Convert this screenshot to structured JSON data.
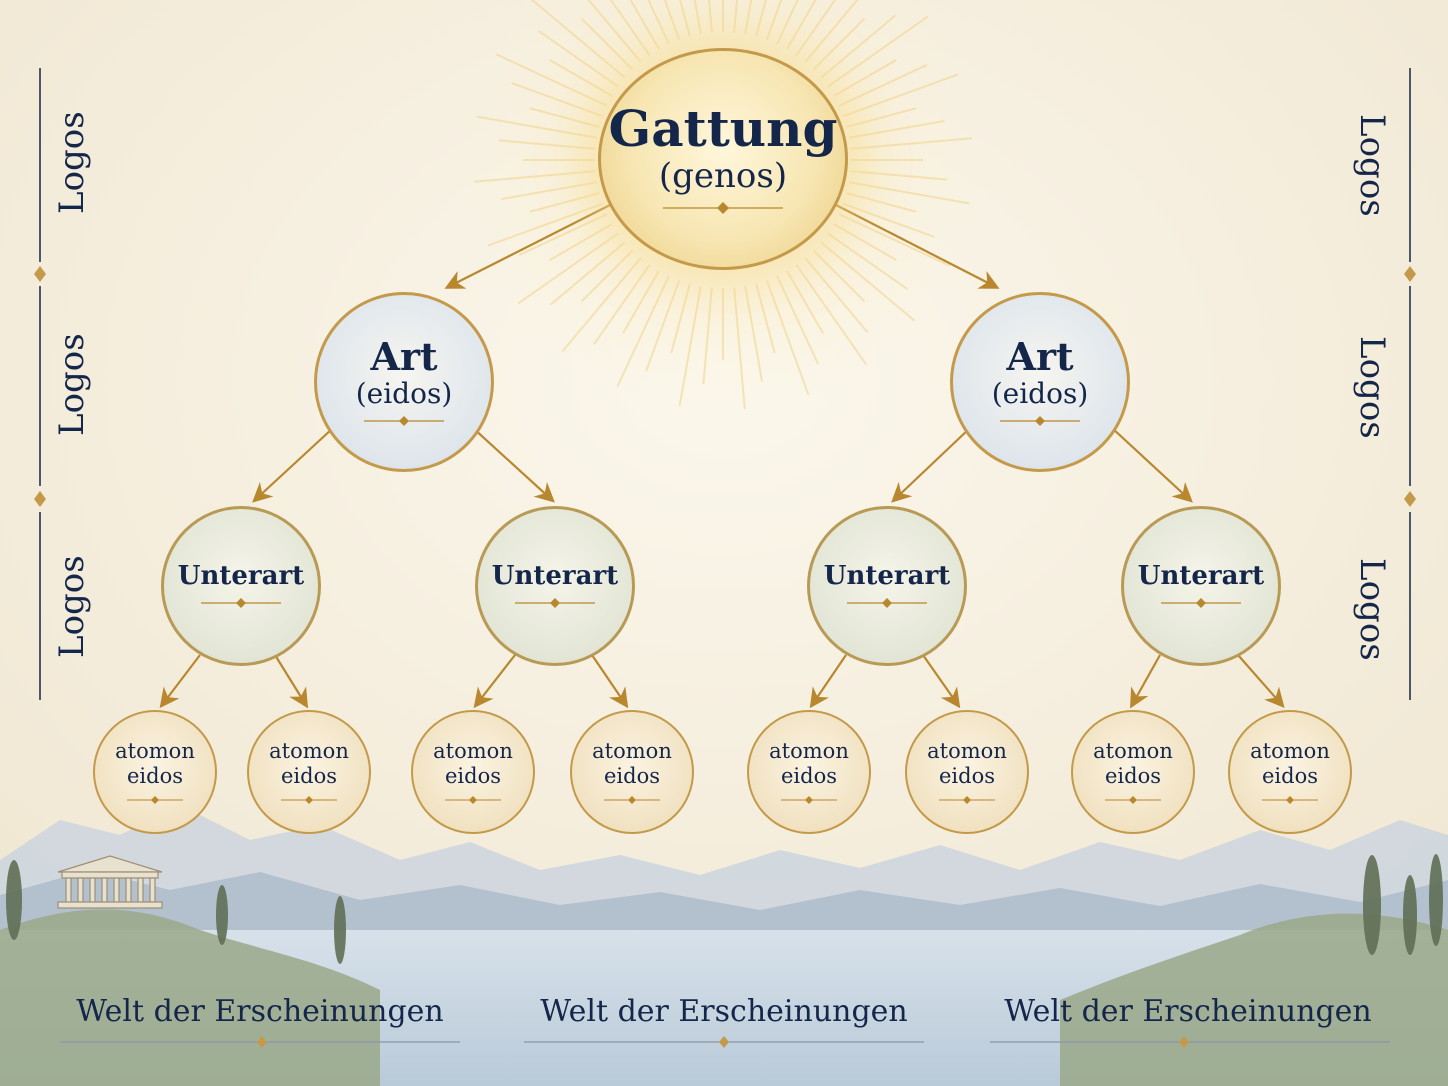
{
  "genus": {
    "title": "Gattung",
    "subtitle": "(genos)"
  },
  "species": [
    {
      "title": "Art",
      "subtitle": "(eidos)"
    },
    {
      "title": "Art",
      "subtitle": "(eidos)"
    }
  ],
  "subspecies": [
    {
      "title": "Unterart"
    },
    {
      "title": "Unterart"
    },
    {
      "title": "Unterart"
    },
    {
      "title": "Unterart"
    }
  ],
  "atomic": [
    {
      "line1": "atomon",
      "line2": "eidos"
    },
    {
      "line1": "atomon",
      "line2": "eidos"
    },
    {
      "line1": "atomon",
      "line2": "eidos"
    },
    {
      "line1": "atomon",
      "line2": "eidos"
    },
    {
      "line1": "atomon",
      "line2": "eidos"
    },
    {
      "line1": "atomon",
      "line2": "eidos"
    },
    {
      "line1": "atomon",
      "line2": "eidos"
    },
    {
      "line1": "atomon",
      "line2": "eidos"
    }
  ],
  "logos_labels": {
    "left": [
      "Logos",
      "Logos",
      "Logos"
    ],
    "right": [
      "Logos",
      "Logos",
      "Logos"
    ]
  },
  "world_labels": [
    "Welt der Erscheinungen",
    "Welt der Erscheinungen",
    "Welt der Erscheinungen"
  ],
  "colors": {
    "text": "#14264a",
    "gold": "#b8872e",
    "parchment": "#f6f0e2"
  }
}
